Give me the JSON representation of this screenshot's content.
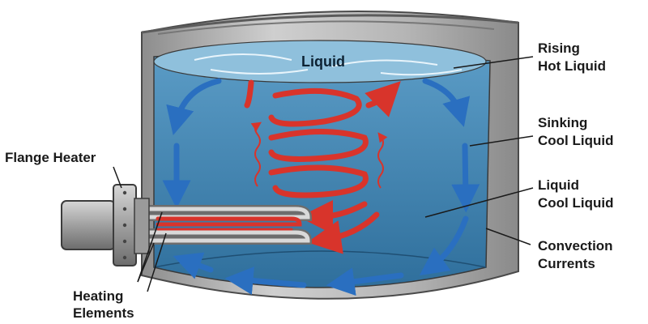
{
  "labels": {
    "liquid": "Liquid",
    "flange_heater": "Flange Heater",
    "heating_elements_line1": "Heating",
    "heating_elements_line2": "Elements",
    "rising_line1": "Rising",
    "rising_line2": "Hot Liquid",
    "sinking_line1": "Sinking",
    "sinking_line2": "Cool Liquid",
    "liquid_cool_line1": "Liquid",
    "liquid_cool_line2": "Cool Liquid",
    "convection_line1": "Convection",
    "convection_line2": "Currents"
  },
  "colors": {
    "liquid": "#3f86b4",
    "liquid_surface": "#8fc0dc",
    "tank_metal": "#a9a9a9",
    "heater_red": "#d8342b",
    "flow_arrow_blue": "#2a6fc0"
  }
}
